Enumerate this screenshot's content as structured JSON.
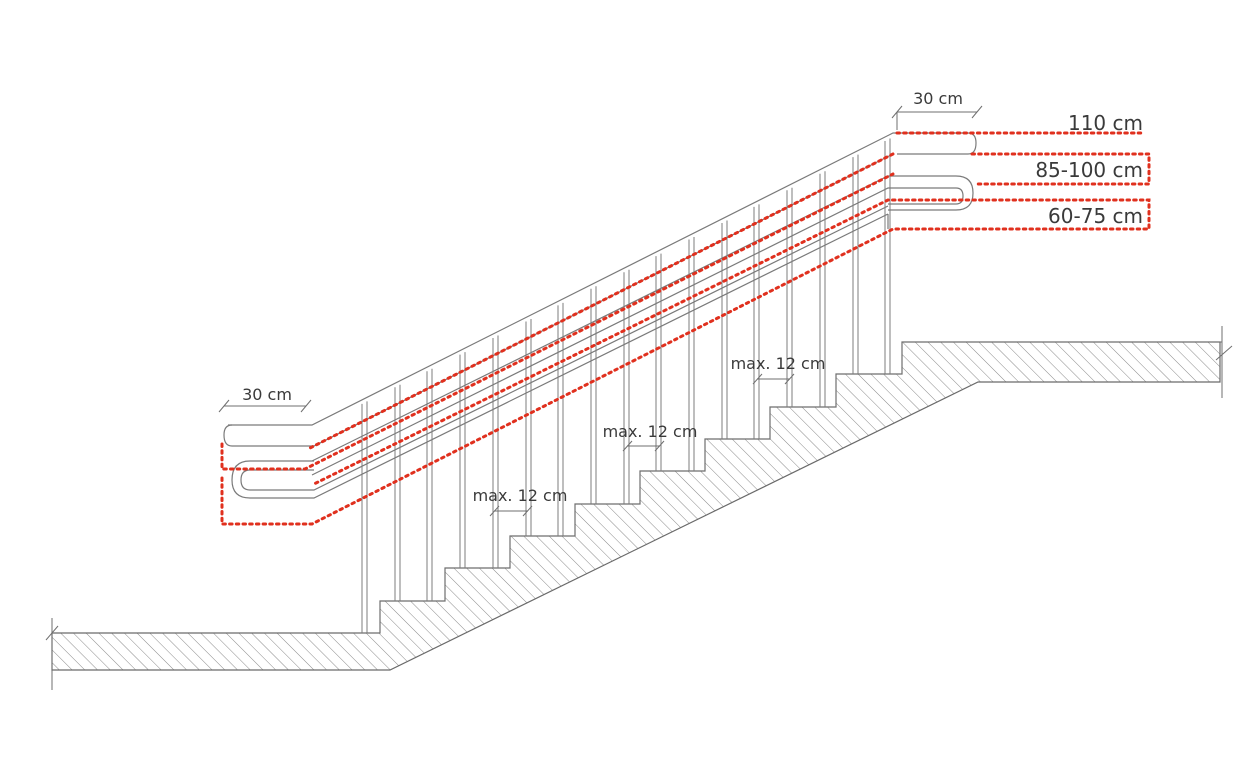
{
  "labels": {
    "top_extension": "30 cm",
    "bottom_extension": "30 cm",
    "height_high": "110 cm",
    "height_mid": "85-100 cm",
    "height_low": "60-75 cm",
    "gap_bottom": "max. 12 cm",
    "gap_middle": "max. 12 cm",
    "gap_top": "max. 12 cm"
  },
  "colors": {
    "dotted_marker": "#e0301e",
    "linework": "#6f6f6f",
    "text": "#3a3a3a"
  }
}
